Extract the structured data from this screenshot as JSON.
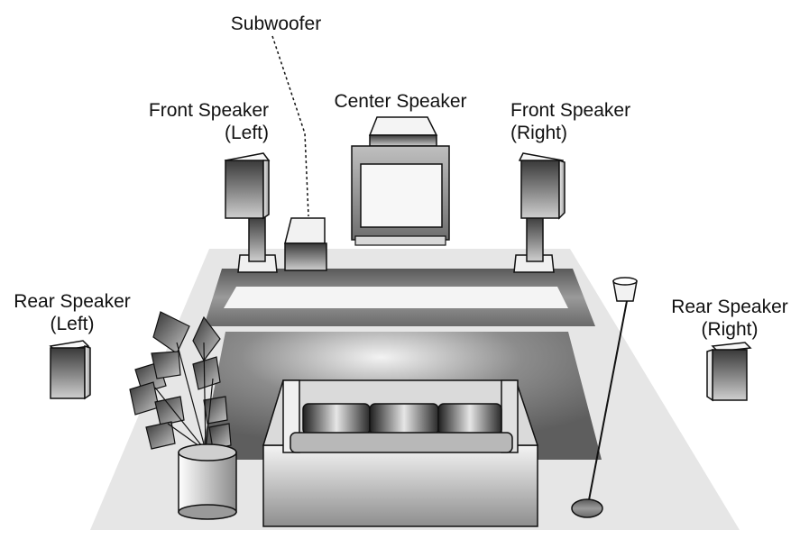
{
  "labels": {
    "subwoofer": "Subwoofer",
    "center_speaker": "Center Speaker",
    "front_left": {
      "line1": "Front Speaker",
      "line2": "(Left)"
    },
    "front_right": {
      "line1": "Front Speaker",
      "line2": "(Right)"
    },
    "rear_left": {
      "line1": "Rear Speaker",
      "line2": "(Left)"
    },
    "rear_right": {
      "line1": "Rear Speaker",
      "line2": "(Right)"
    }
  },
  "colors": {
    "floor": "#e6e6e6",
    "shadow": "#7a7a7a",
    "ink": "#111111"
  }
}
